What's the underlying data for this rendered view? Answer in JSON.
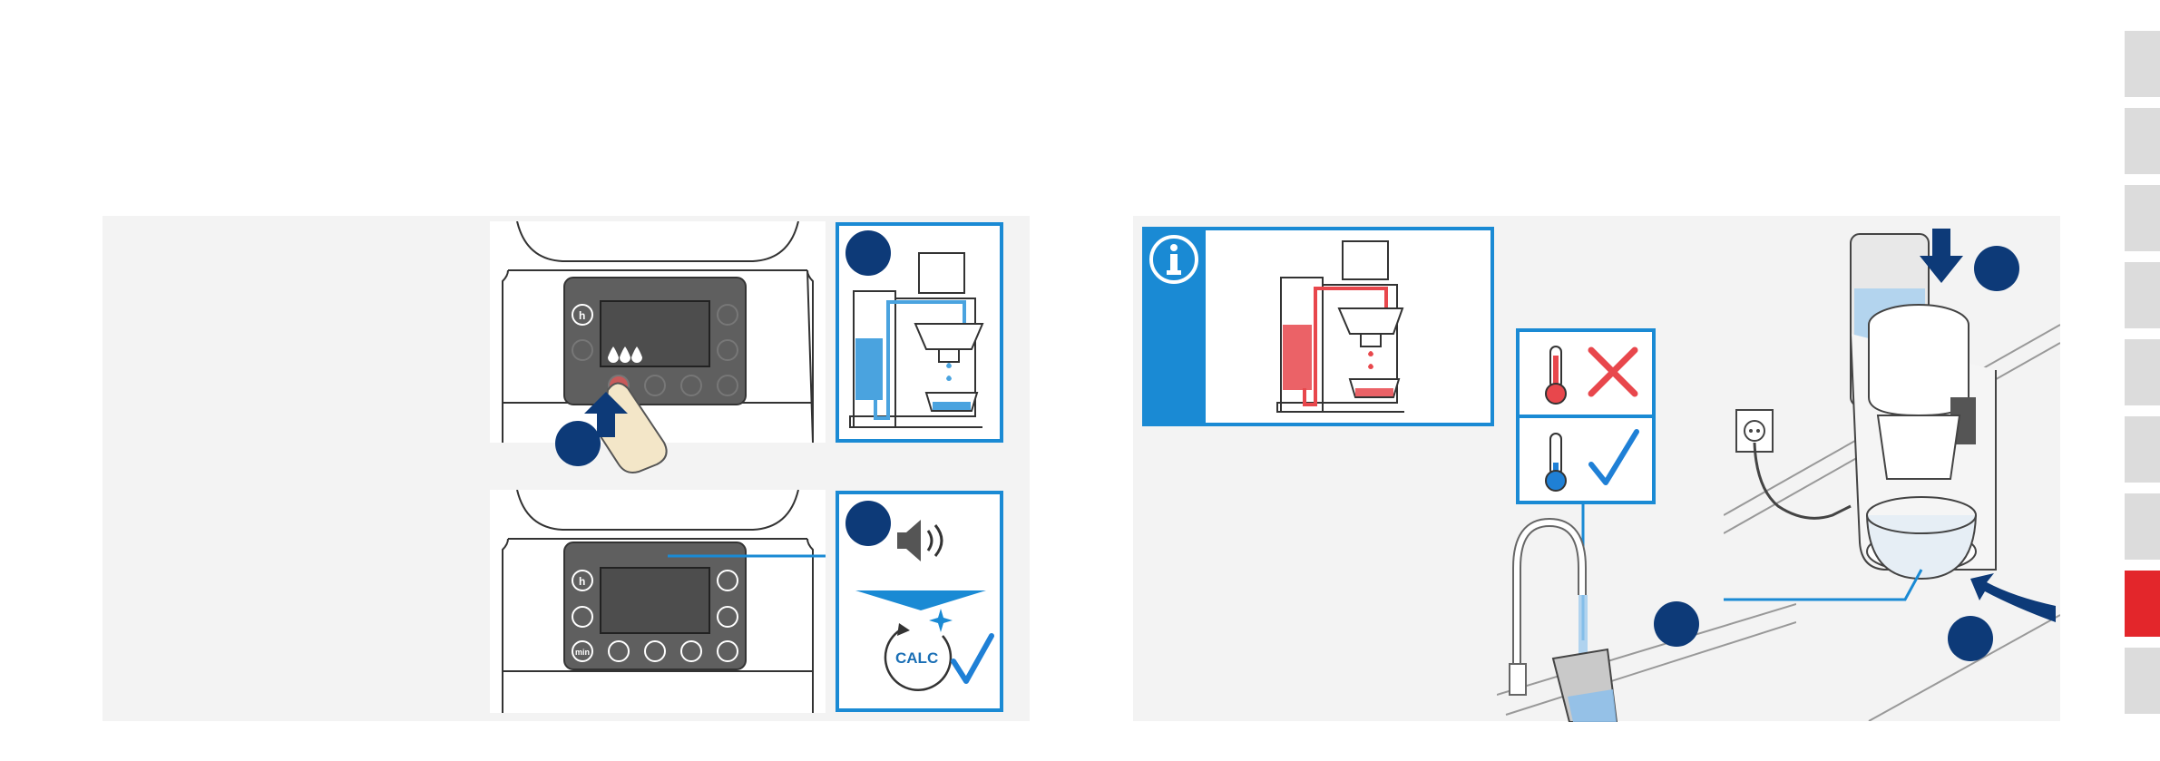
{
  "labels": {
    "calc": "CALC",
    "min": "min",
    "h": "h"
  },
  "tabs": {
    "count": 9,
    "active_index": 7
  },
  "colors": {
    "blue_frame": "#1a8ad4",
    "navy_step": "#0d3a78",
    "water_blue": "#4aa3df",
    "hot_red": "#e8474c",
    "check_blue": "#1f80d6",
    "tab_grey": "#dcdcdc",
    "tab_active": "#e3262b",
    "panel_bg": "#f3f3f3"
  },
  "icons": [
    "finger-press-icon",
    "speaker-sound-icon",
    "calc-complete-icon",
    "check-icon",
    "info-icon",
    "hot-thermometer-icon",
    "cross-icon",
    "cold-thermometer-icon",
    "power-plug-icon",
    "down-arrow-icon",
    "curved-arrow-icon"
  ]
}
